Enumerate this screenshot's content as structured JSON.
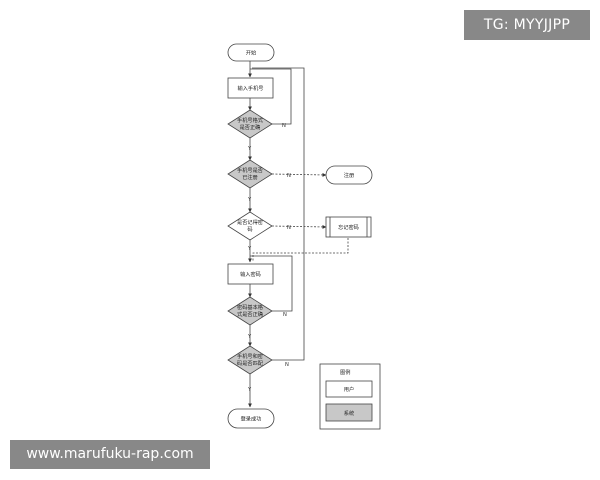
{
  "nodes": {
    "start": "开始",
    "input_phone": "输入手机号",
    "phone_format_check": [
      "手机号格式",
      "是否正确"
    ],
    "phone_registered_check": [
      "手机号是否",
      "已注册"
    ],
    "forgot_password_check": [
      "是否记得密",
      "码"
    ],
    "register": "注册",
    "forgot_password": "忘记密码",
    "input_password": "输入密码",
    "password_format_check": [
      "密码基本格",
      "式是否正确"
    ],
    "match_check": [
      "手机号和密",
      "码是否匹配"
    ],
    "login_success": "登录成功"
  },
  "edge_labels": {
    "yes": "Y",
    "no": "N"
  },
  "legend": {
    "title": "图例",
    "user": "用户",
    "system": "系统"
  },
  "colors": {
    "user_fill": "#ffffff",
    "system_fill": "#c8c8c8",
    "stroke": "#444444"
  },
  "watermarks": {
    "tg": "TG: MYYJJPP",
    "site": "www.marufuku-rap.com"
  }
}
